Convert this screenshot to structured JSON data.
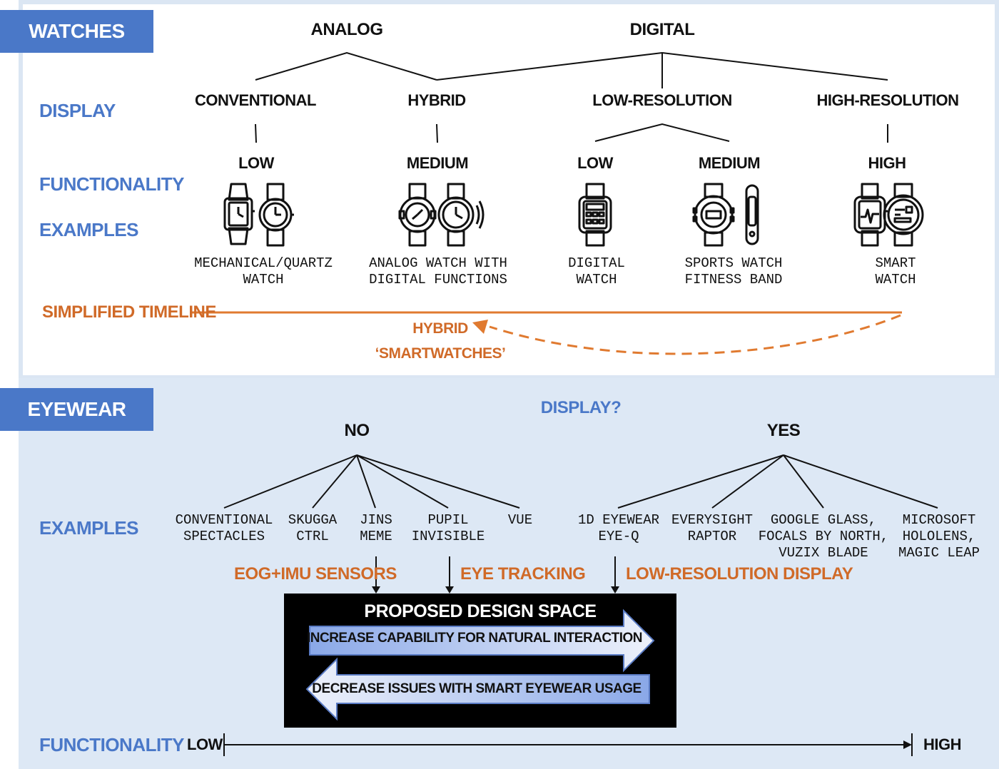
{
  "watches": {
    "tag": "WATCHES",
    "top_labels": {
      "analog": "ANALOG",
      "digital": "DIGITAL"
    },
    "row_labels": {
      "display": "DISPLAY",
      "functionality": "FUNCTIONALITY",
      "examples": "EXAMPLES"
    },
    "display_types": [
      {
        "label": "CONVENTIONAL"
      },
      {
        "label": "HYBRID"
      },
      {
        "label": "LOW-RESOLUTION"
      },
      {
        "label": "HIGH-RESOLUTION"
      }
    ],
    "functionality_levels": [
      {
        "label": "LOW"
      },
      {
        "label": "MEDIUM"
      },
      {
        "label": "LOW"
      },
      {
        "label": "MEDIUM"
      },
      {
        "label": "HIGH"
      }
    ],
    "examples": [
      {
        "line1": "MECHANICAL/QUARTZ",
        "line2": "WATCH"
      },
      {
        "line1": "ANALOG WATCH WITH",
        "line2": "DIGITAL FUNCTIONS"
      },
      {
        "line1": "DIGITAL",
        "line2": "WATCH"
      },
      {
        "line1": "SPORTS WATCH",
        "line2": "FITNESS BAND"
      },
      {
        "line1": "SMART",
        "line2": "WATCH"
      }
    ],
    "timeline": {
      "label": "SIMPLIFIED TIMELINE",
      "hybrid_line1": "HYBRID",
      "hybrid_line2": "‘SMARTWATCHES’"
    },
    "icons": [
      "rectangular-analog-watch-icon",
      "round-analog-watch-icon",
      "hybrid-chrono-watch-icon",
      "hybrid-analog-watch-icon",
      "digital-watch-icon",
      "sports-watch-icon",
      "fitness-band-icon",
      "square-smartwatch-icon",
      "round-smartwatch-icon"
    ]
  },
  "eyewear": {
    "tag": "EYEWEAR",
    "question": "DISPLAY?",
    "no_label": "NO",
    "yes_label": "YES",
    "row_labels": {
      "examples": "EXAMPLES",
      "functionality": "FUNCTIONALITY"
    },
    "examples_no": [
      {
        "line1": "CONVENTIONAL",
        "line2": "SPECTACLES"
      },
      {
        "line1": "SKUGGA",
        "line2": "CTRL"
      },
      {
        "line1": "JINS",
        "line2": "MEME"
      },
      {
        "line1": "PUPIL",
        "line2": "INVISIBLE"
      },
      {
        "line1": "VUE",
        "line2": ""
      }
    ],
    "examples_yes": [
      {
        "line1": "1D EYEWEAR",
        "line2": "EYE-Q",
        "line3": ""
      },
      {
        "line1": "EVERYSIGHT",
        "line2": "RAPTOR",
        "line3": ""
      },
      {
        "line1": "GOOGLE GLASS,",
        "line2": "FOCALS BY NORTH,",
        "line3": "VUZIX BLADE"
      },
      {
        "line1": "MICROSOFT",
        "line2": "HOLOLENS,",
        "line3": "MAGIC LEAP"
      }
    ],
    "features": {
      "sensors": "EOG+IMU SENSORS",
      "tracking": "EYE TRACKING",
      "display": "LOW-RESOLUTION DISPLAY"
    },
    "design_space": {
      "title": "PROPOSED DESIGN SPACE",
      "increase": "INCREASE CAPABILITY FOR NATURAL INTERACTION",
      "decrease": "DECREASE ISSUES WITH SMART EYEWEAR USAGE"
    },
    "axis": {
      "low": "LOW",
      "high": "HIGH"
    }
  },
  "colors": {
    "tag_blue": "#4a78c8",
    "orange": "#d06a28",
    "panel_bg": "#dde8f5"
  }
}
